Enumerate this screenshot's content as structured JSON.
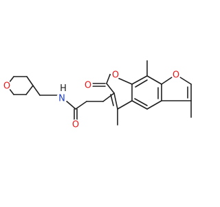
{
  "molecule": {
    "colors": {
      "bond": "#1f1f1f",
      "oxygen": "#e31a1c",
      "nitrogen": "#1f3fbf",
      "hydrogen_on_nitrogen": "#1f1f1f"
    },
    "atoms": {
      "oxane_oxygen": "O",
      "amide_nitrogen": "N",
      "amide_hydrogen": "H",
      "amide_oxygen": "O",
      "lactone_carbonyl_oxygen": "O",
      "lactone_ring_oxygen": "O",
      "furan_oxygen": "O"
    }
  }
}
